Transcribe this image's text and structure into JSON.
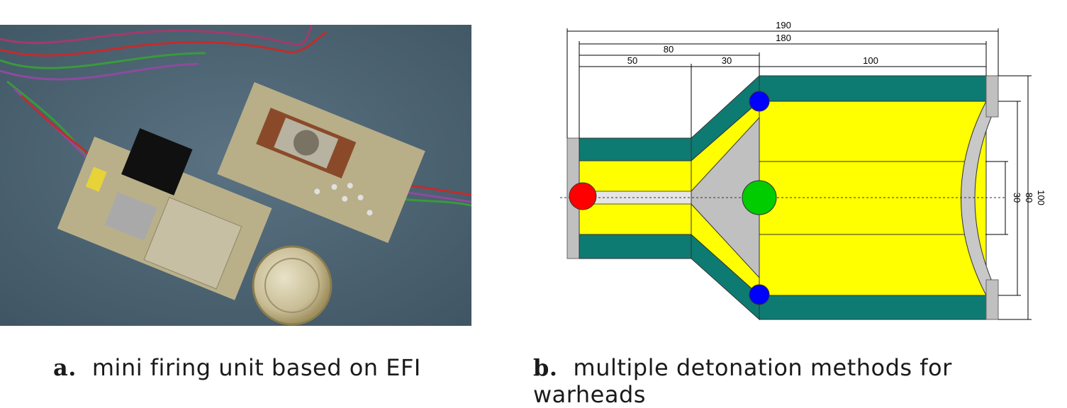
{
  "captions": {
    "a": {
      "letter": "a.",
      "text": "mini firing unit based on EFI"
    },
    "b": {
      "letter": "b.",
      "text": "multiple detonation methods for warheads"
    }
  },
  "dimensions": {
    "d190": "190",
    "d180": "180",
    "d80": "80",
    "d50": "50",
    "d30": "30",
    "d100": "100",
    "v30": "30",
    "v80": "80",
    "v100": "100"
  },
  "colors": {
    "background_photo": "#4d6575",
    "teal": "#0e7b72",
    "yellow": "#ffff00",
    "gray": "#c0c0c0",
    "red": "#ff0000",
    "green": "#00cc00",
    "blue": "#0000ff"
  }
}
